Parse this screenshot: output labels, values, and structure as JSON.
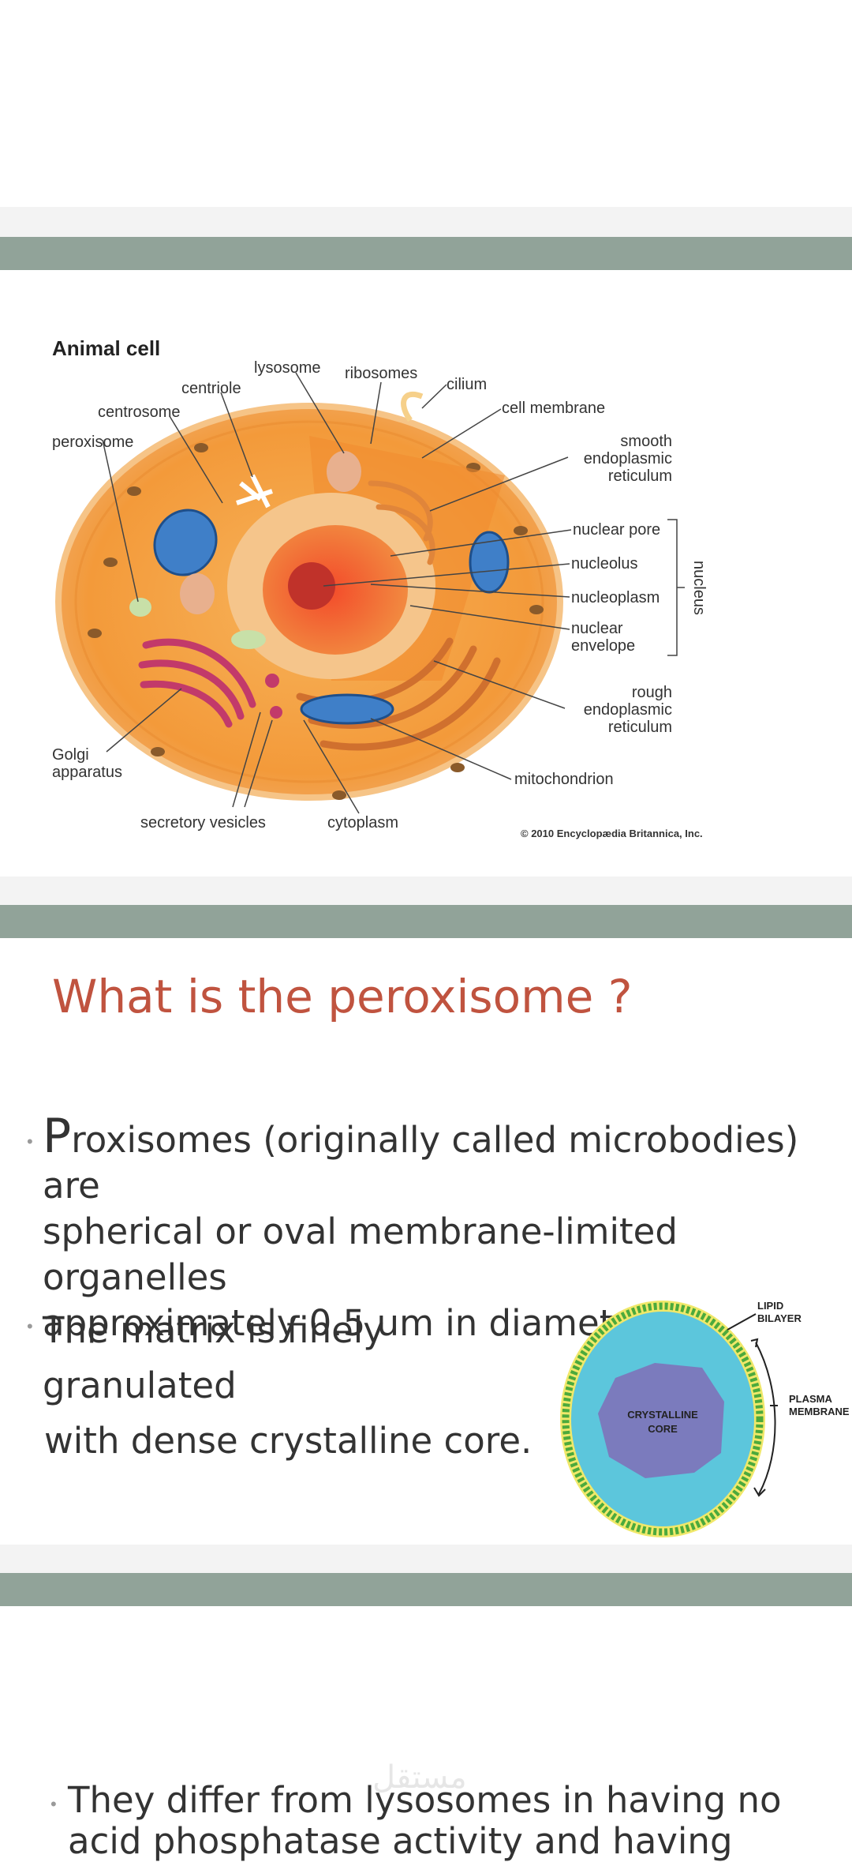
{
  "slide1": {
    "heading": "Animal cell",
    "labels": {
      "lysosome": "lysosome",
      "ribosomes": "ribosomes",
      "centriole": "centriole",
      "cilium": "cilium",
      "centrosome": "centrosome",
      "cell_membrane": "cell membrane",
      "peroxisome": "peroxisome",
      "ser_1": "smooth",
      "ser_2": "endoplasmic",
      "ser_3": "reticulum",
      "nuclear_pore": "nuclear pore",
      "nucleolus": "nucleolus",
      "nucleoplasm": "nucleoplasm",
      "nuclear_envelope_1": "nuclear",
      "nuclear_envelope_2": "envelope",
      "nucleus": "nucleus",
      "rer_1": "rough",
      "rer_2": "endoplasmic",
      "rer_3": "reticulum",
      "golgi_1": "Golgi",
      "golgi_2": "apparatus",
      "mitochondrion": "mitochondrion",
      "secretory_vesicles": "secretory vesicles",
      "cytoplasm": "cytoplasm"
    },
    "copyright": "© 2010 Encyclopædia Britannica, Inc."
  },
  "slide2": {
    "title": "What is the peroxisome ?",
    "bullet1_drop": "P",
    "bullet1_line1": "roxisomes (originally called microbodies) are",
    "bullet1_line2": "spherical or oval membrane-limited organelles",
    "bullet1_line3": "approximately 0.5 um in diameter.",
    "bullet2_line1": "The matrix is finely granulated",
    "bullet2_line2": "with dense crystalline core.",
    "diagram": {
      "lipid_1": "LIPID",
      "lipid_2": "BILAYER",
      "plasma_1": "PLASMA",
      "plasma_2": "MEMBRANE",
      "core_1": "CRYSTALLINE",
      "core_2": "CORE"
    }
  },
  "slide3": {
    "bullet_line1": "They differ from lysosomes in having no",
    "bullet_line2": "acid phosphatase activity and having"
  },
  "watermark": "مستقل",
  "colors": {
    "band": "#91a399",
    "title": "#c0533f",
    "cell_orange": "#f39a3a",
    "matrix_blue": "#5cc6dc",
    "core_purple": "#7b7bbd"
  }
}
